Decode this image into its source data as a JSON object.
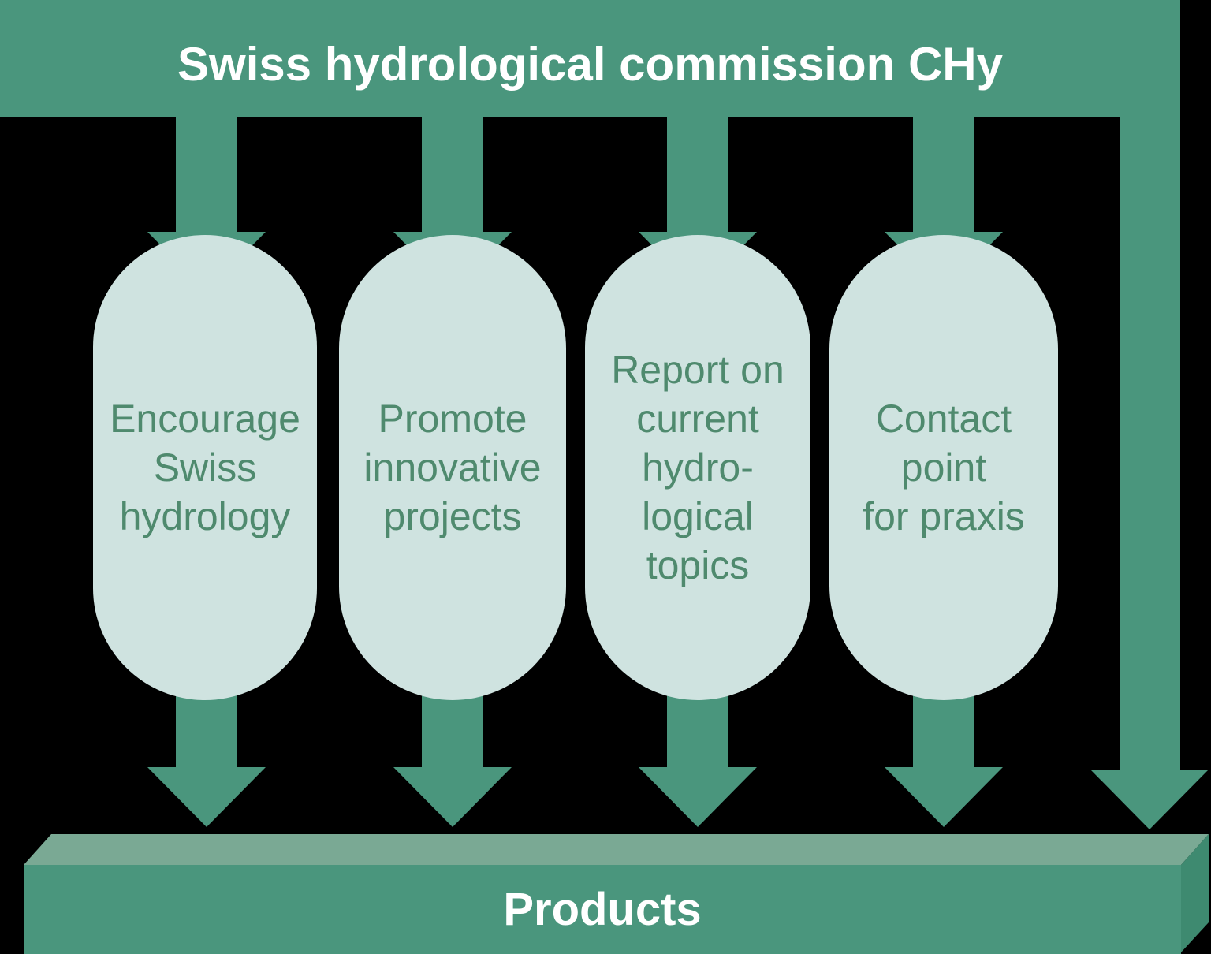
{
  "title": "Swiss hydrological commission CHy",
  "capsules": [
    {
      "id": "encourage-swiss-hydrology",
      "text": "Encourage\nSwiss\nhydrology"
    },
    {
      "id": "promote-innovative-projects",
      "text": "Promote\ninnovative\nprojects"
    },
    {
      "id": "report-current-hydrological-topics",
      "text": "Report on\ncurrent\nhydro-\nlogical\ntopics"
    },
    {
      "id": "contact-point-for-praxis",
      "text": "Contact\npoint\nfor praxis"
    }
  ],
  "products_label": "Products",
  "colors": {
    "background": "#000000",
    "main_green": "#4a967d",
    "capsule_fill": "#cfe3e0",
    "capsule_text": "#4f8a6e",
    "bar_top_face": "#7aa994",
    "bar_side_face": "#3e8a70",
    "title_text": "#ffffff"
  }
}
